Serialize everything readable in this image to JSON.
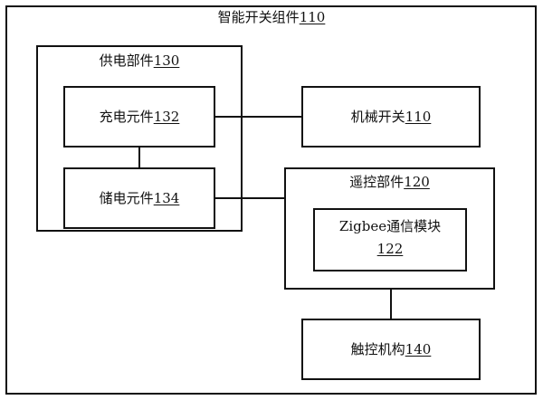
{
  "outer": {
    "name": "智能开关组件",
    "ref": "110"
  },
  "power_unit": {
    "name": "供电部件",
    "ref": "130"
  },
  "charge_element": {
    "name": "充电元件",
    "ref": "132"
  },
  "storage_element": {
    "name": "储电元件",
    "ref": "134"
  },
  "mech_switch": {
    "name": "机械开关",
    "ref": "110"
  },
  "remote_unit": {
    "name": "遥控部件",
    "ref": "120"
  },
  "zigbee_module": {
    "name": "Zigbee通信模块",
    "ref": "122"
  },
  "touch_mech": {
    "name": "触控机构",
    "ref": "140"
  }
}
